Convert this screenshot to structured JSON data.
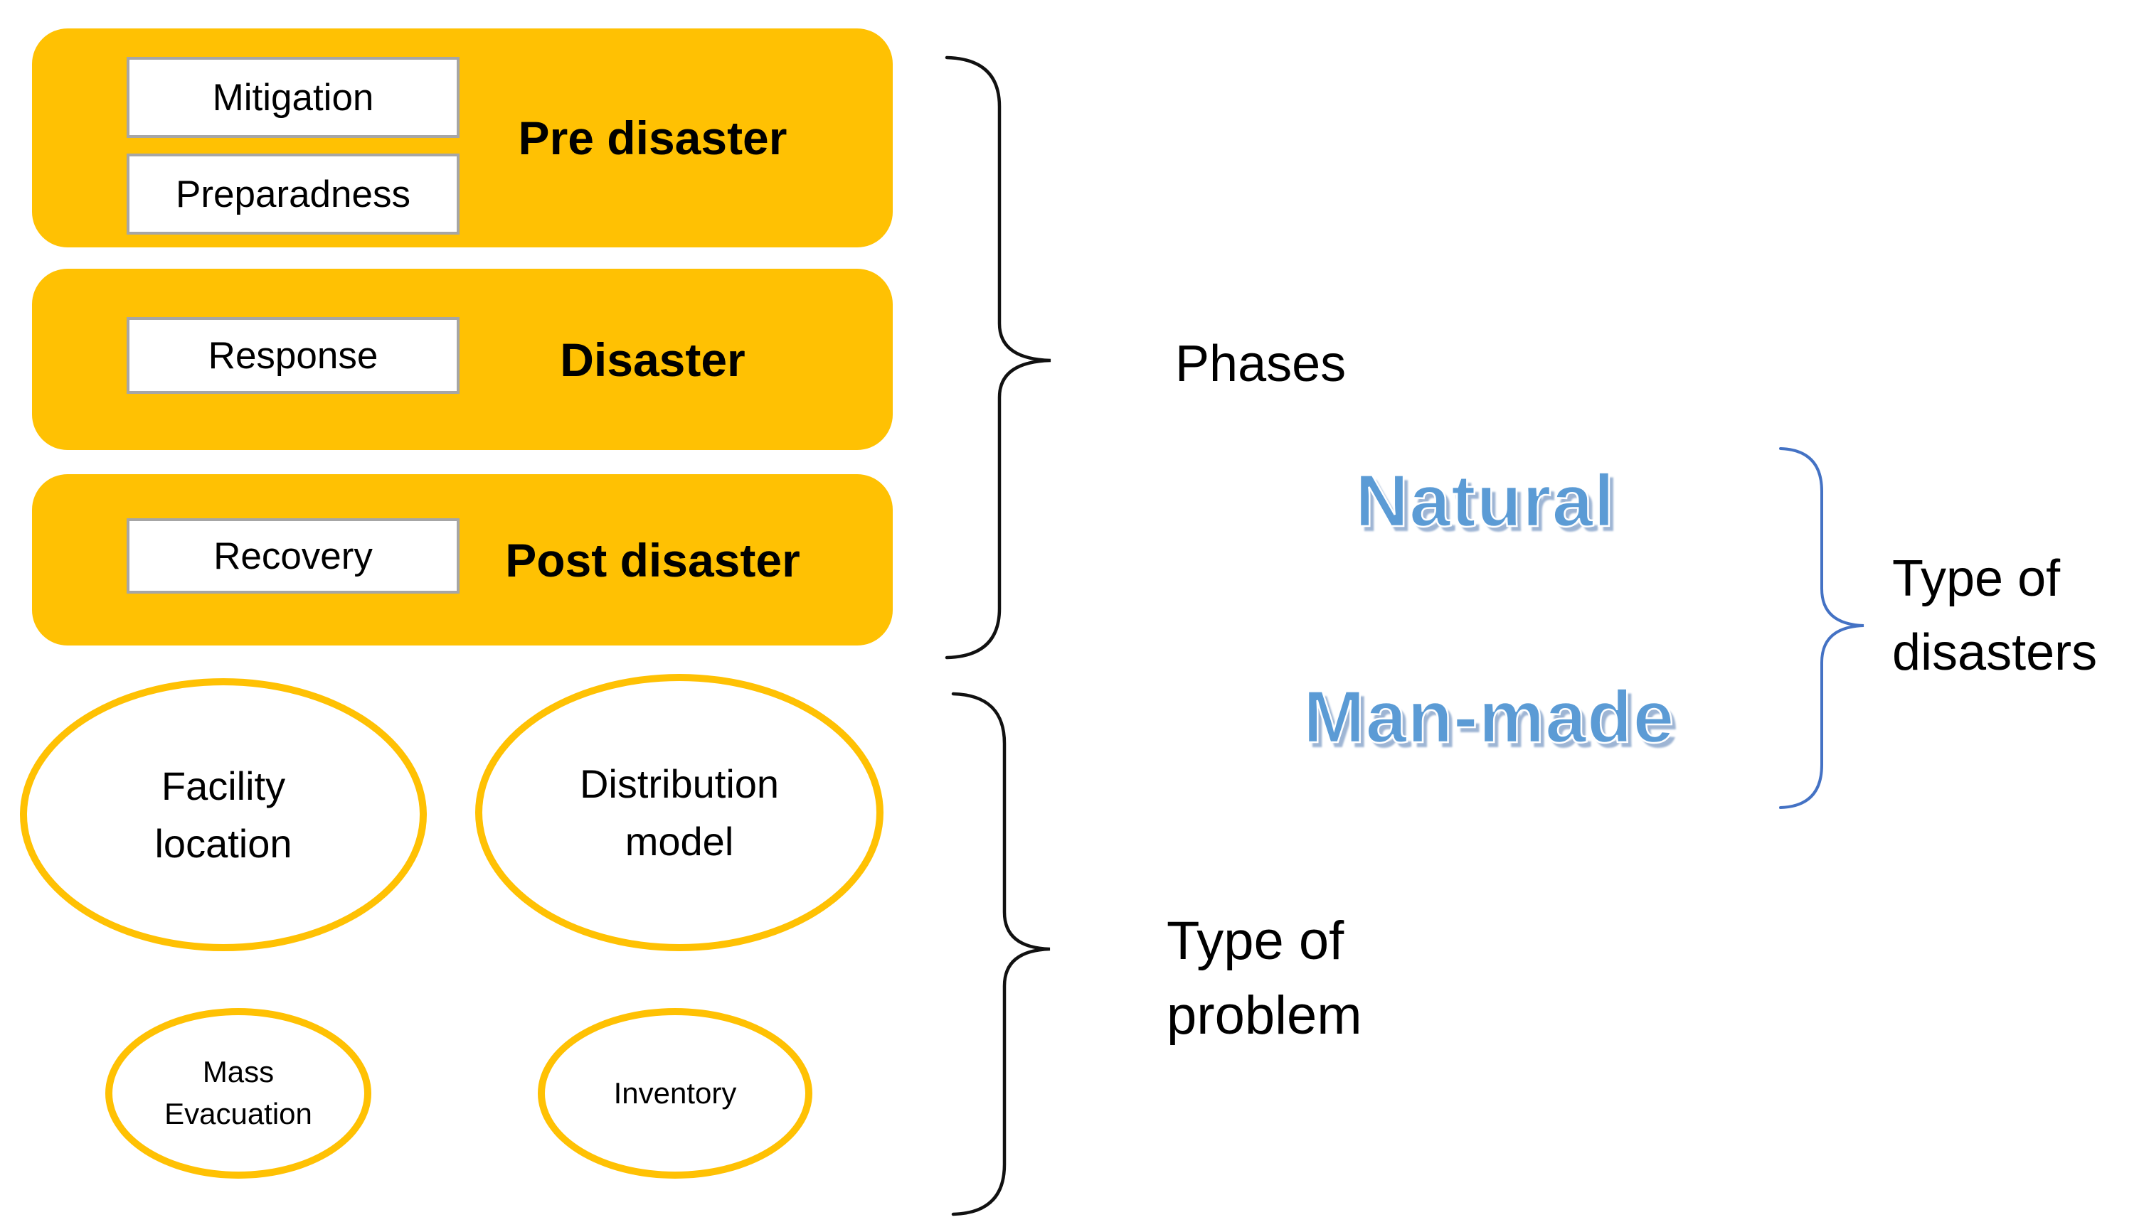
{
  "diagram": {
    "colors": {
      "block_fill": "#FFC103",
      "ellipse_stroke": "#FFC103",
      "box_border": "#A6A6A6",
      "wordart_fill": "#5B9BD5",
      "wordart_shadow": "#8DA8CD",
      "brace_black": "#111111",
      "brace_blue": "#4472C4",
      "text": "#000000",
      "background": "#FFFFFF"
    },
    "phase_blocks": [
      {
        "label": "Pre disaster",
        "items": [
          "Mitigation",
          "Preparadness"
        ]
      },
      {
        "label": "Disaster",
        "items": [
          "Response"
        ]
      },
      {
        "label": "Post disaster",
        "items": [
          "Recovery"
        ]
      }
    ],
    "phases_group_label": "Phases",
    "disaster_types": {
      "items": [
        "Natural",
        "Man-made"
      ],
      "group_label": "Type of disasters"
    },
    "problem_types": {
      "items": [
        "Facility location",
        "Distribution model",
        "Mass Evacuation",
        "Inventory"
      ],
      "group_label": "Type of problem"
    }
  }
}
